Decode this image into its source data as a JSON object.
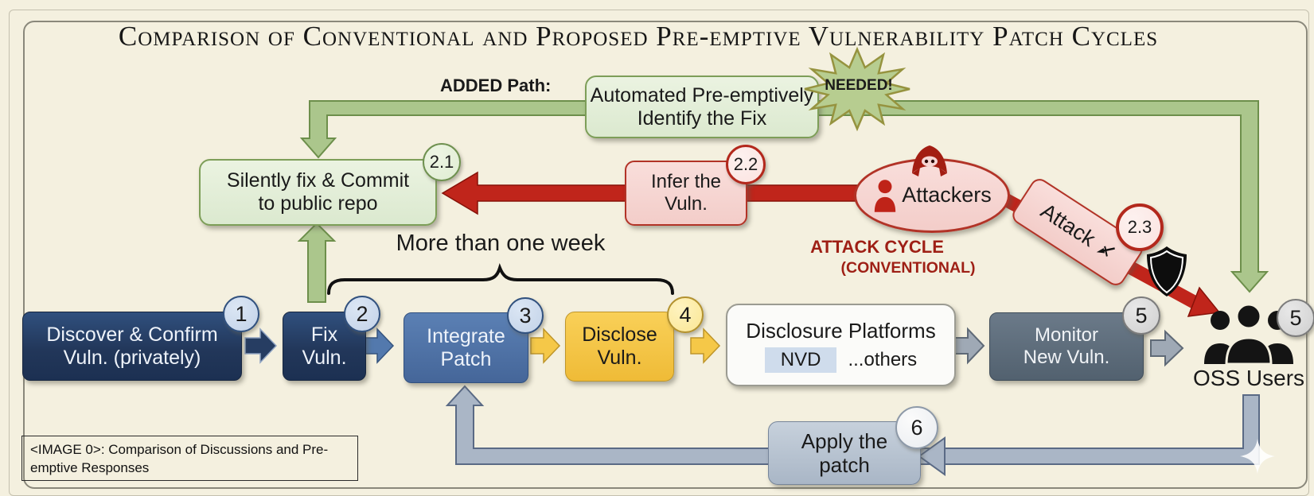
{
  "title": "Comparison of Conventional and Proposed Pre-emptive Vulnerability Patch Cycles",
  "added_path": {
    "label": "ADDED Path:",
    "needed": "NEEDED!",
    "automated_l1": "Automated Pre-emptively",
    "automated_l2": "Identify the Fix"
  },
  "green_cycle": {
    "silently_l1": "Silently fix & Commit",
    "silently_l2": "to public repo",
    "badge": "2.1"
  },
  "attack_cycle": {
    "infer_l1": "Infer the",
    "infer_l2": "Vuln.",
    "infer_badge": "2.2",
    "attackers": "Attackers",
    "attack": "Attack",
    "attack_badge": "2.3",
    "title_l1": "ATTACK CYCLE",
    "title_l2": "(CONVENTIONAL)"
  },
  "patch_cycle": {
    "discover_l1": "Discover & Confirm",
    "discover_l2": "Vuln. (privately)",
    "discover_badge": "1",
    "fix_l1": "Fix",
    "fix_l2": "Vuln.",
    "fix_badge": "2",
    "integrate_l1": "Integrate",
    "integrate_l2": "Patch",
    "integrate_badge": "3",
    "disclose_l1": "Disclose",
    "disclose_l2": "Vuln.",
    "disclose_badge": "4",
    "platforms_title": "Disclosure Platforms",
    "platforms_nvd": "NVD",
    "platforms_others": "...others",
    "monitor_l1": "Monitor",
    "monitor_l2": "New Vuln.",
    "monitor_badge": "5",
    "oss_label": "OSS Users",
    "oss_badge": "5",
    "apply_l1": "Apply the",
    "apply_l2": "patch",
    "apply_badge": "6"
  },
  "annotations": {
    "duration": "More than one week",
    "caption": "<IMAGE 0>: Comparison of Discussions and Pre-emptive Responses"
  },
  "colors": {
    "background": "#f4f0df",
    "green_accent": "#7d9e58",
    "green_arrow": "#abc68c",
    "red_accent": "#c0251b",
    "navy": "#24395e",
    "blue": "#5379ad",
    "yellow": "#f5c848",
    "slate": "#5c6a78",
    "gray_connector": "#aab6c6"
  }
}
